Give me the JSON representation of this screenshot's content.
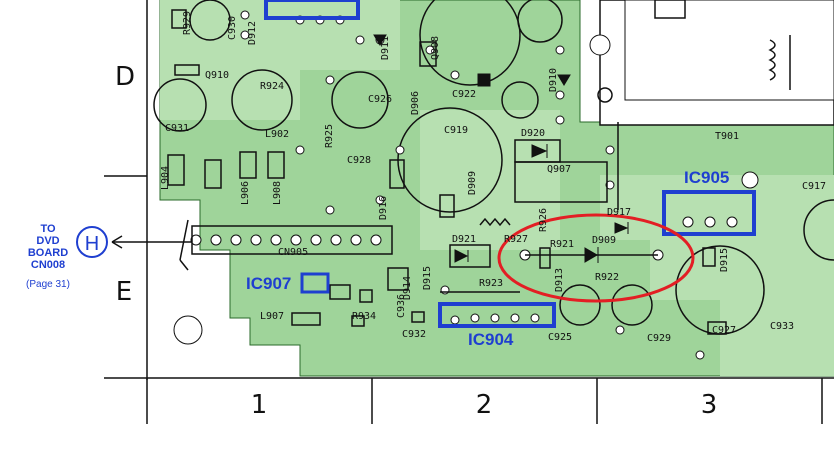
{
  "diagram": {
    "row_markers": [
      "D",
      "E"
    ],
    "column_markers": [
      "1",
      "2",
      "3"
    ],
    "ic_labels": {
      "ic905": "IC905",
      "ic907": "IC907",
      "ic904": "IC904"
    },
    "connector_note": {
      "line1": "TO",
      "line2": "DVD",
      "line3": "BOARD",
      "line4": "CN008",
      "page_ref": "(Page 31)",
      "symbol": "H"
    },
    "component_refs": {
      "c931": "C931",
      "r924": "R924",
      "l902": "L902",
      "r925": "R925",
      "c926": "C926",
      "c928": "C928",
      "c919": "C919",
      "c922": "C922",
      "d910": "D910",
      "d920": "D920",
      "q907": "Q907",
      "t901": "T901",
      "c917": "C917",
      "d917": "D917",
      "r926": "R926",
      "r927": "R927",
      "r921": "R921",
      "d909": "D909",
      "r922": "R922",
      "d921": "D921",
      "r923": "R923",
      "d915": "D915",
      "c927": "C927",
      "c933": "C933",
      "c929": "C929",
      "c925": "C925",
      "c932": "C932",
      "r934": "R934",
      "l907": "L907",
      "cn905": "CN905",
      "l904": "L904",
      "l906": "L906",
      "l908": "L908",
      "q910": "Q910",
      "q908": "Q908",
      "d906": "D906",
      "d909b": "D909",
      "d912": "D912",
      "d916": "D916",
      "r929": "R929",
      "c930": "C930",
      "d911": "D911",
      "d914": "D914",
      "d913": "D913",
      "c936": "C936",
      "d915b": "D915"
    },
    "colors": {
      "board": "#9fd49a",
      "copper_light": "#b7e0b1",
      "silkscreen": "#111111",
      "highlight_blue": "#1f3fd0",
      "annotation_red": "#e31e24"
    }
  }
}
